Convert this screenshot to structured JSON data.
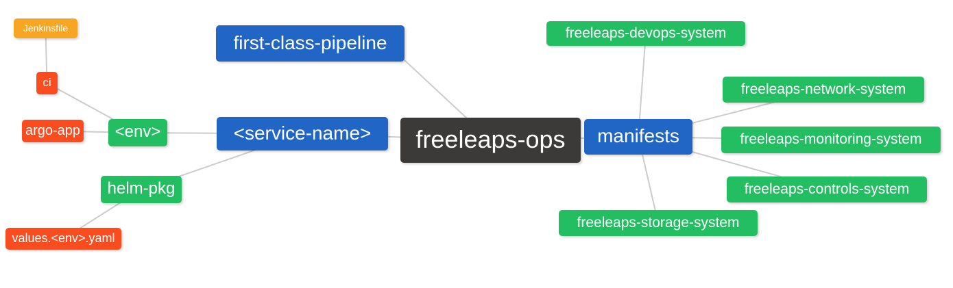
{
  "diagram": {
    "background": "#ffffff",
    "edge_color": "#cccccc",
    "palette": {
      "orange": "#f6a623",
      "red": "#f94d1f",
      "green": "#23be62",
      "blue": "#2166c4",
      "dark": "#3b3a38",
      "text": "#ffffff"
    },
    "nodes": {
      "jenkinsfile": {
        "label": "Jenkinsfile",
        "color": "orange"
      },
      "ci": {
        "label": "ci",
        "color": "red"
      },
      "argo_app": {
        "label": "argo-app",
        "color": "red"
      },
      "env": {
        "label": "<env>",
        "color": "green"
      },
      "first_class_pipeline": {
        "label": "first-class-pipeline",
        "color": "blue"
      },
      "service_name": {
        "label": "<service-name>",
        "color": "blue"
      },
      "freeleaps_ops": {
        "label": "freeleaps-ops",
        "color": "dark"
      },
      "manifests": {
        "label": "manifests",
        "color": "blue"
      },
      "devops_system": {
        "label": "freeleaps-devops-system",
        "color": "green"
      },
      "network_system": {
        "label": "freeleaps-network-system",
        "color": "green"
      },
      "monitoring_system": {
        "label": "freeleaps-monitoring-system",
        "color": "green"
      },
      "controls_system": {
        "label": "freeleaps-controls-system",
        "color": "green"
      },
      "storage_system": {
        "label": "freeleaps-storage-system",
        "color": "green"
      },
      "helm_pkg": {
        "label": "helm-pkg",
        "color": "green"
      },
      "values_yaml": {
        "label": "values.<env>.yaml",
        "color": "red"
      }
    },
    "edges": [
      {
        "from": "jenkinsfile",
        "to": "ci"
      },
      {
        "from": "ci",
        "to": "env"
      },
      {
        "from": "argo_app",
        "to": "env"
      },
      {
        "from": "env",
        "to": "service_name"
      },
      {
        "from": "service_name",
        "to": "freeleaps_ops"
      },
      {
        "from": "first_class_pipeline",
        "to": "freeleaps_ops"
      },
      {
        "from": "helm_pkg",
        "to": "service_name"
      },
      {
        "from": "values_yaml",
        "to": "helm_pkg"
      },
      {
        "from": "freeleaps_ops",
        "to": "manifests"
      },
      {
        "from": "manifests",
        "to": "devops_system"
      },
      {
        "from": "manifests",
        "to": "network_system"
      },
      {
        "from": "manifests",
        "to": "monitoring_system"
      },
      {
        "from": "manifests",
        "to": "controls_system"
      },
      {
        "from": "manifests",
        "to": "storage_system"
      }
    ]
  }
}
